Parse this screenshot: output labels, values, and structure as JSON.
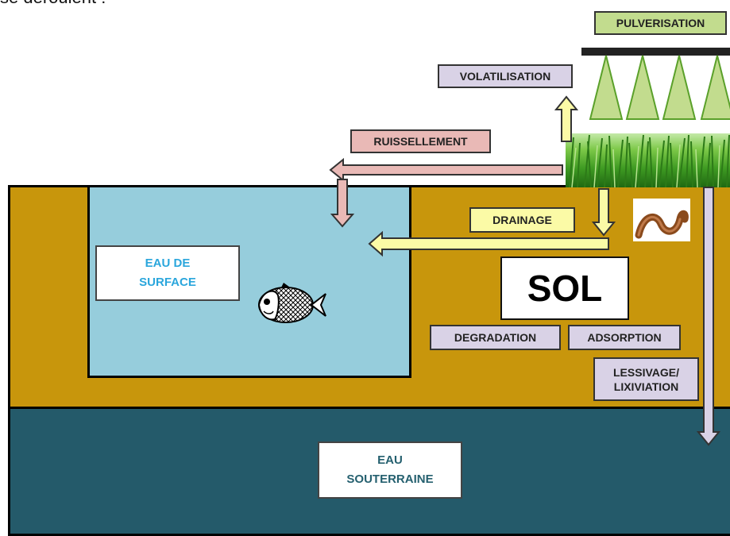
{
  "intro_text": "se déroulent :",
  "labels": {
    "pulverisation": "PULVERISATION",
    "volatilisation": "VOLATILISATION",
    "ruissellement": "RUISSELLEMENT",
    "drainage": "DRAINAGE",
    "degradation": "DEGRADATION",
    "adsorption": "ADSORPTION",
    "lessivage_line1": "LESSIVAGE/",
    "lessivage_line2": "LIXIVIATION",
    "eau_surface_line1": "EAU DE",
    "eau_surface_line2": "SURFACE",
    "sol": "SOL",
    "eau_souterraine_line1": "EAU",
    "eau_souterraine_line2": "SOUTERRAINE"
  },
  "colors": {
    "soil": "#c8960c",
    "groundwater": "#245a6a",
    "surface_water": "#96cddc",
    "arrow_purple": "#d9d2e6",
    "arrow_pink": "#e9b9b6",
    "arrow_yellow": "#fbfaa6",
    "spray_green": "#c2dc8e",
    "eau_surface_text": "#2aa6dc",
    "eau_souterraine_text": "#25606f"
  },
  "icons": [
    "sprayer-boom-icon",
    "grass-icon",
    "earthworm-icon",
    "fish-icon"
  ]
}
